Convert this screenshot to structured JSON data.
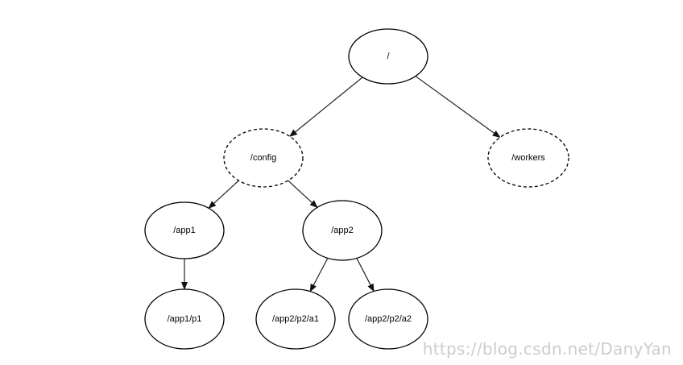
{
  "nodes": {
    "root": {
      "label": "/",
      "style": "solid"
    },
    "config": {
      "label": "/config",
      "style": "dashed"
    },
    "workers": {
      "label": "/workers",
      "style": "dashed"
    },
    "app1": {
      "label": "/app1",
      "style": "solid"
    },
    "app2": {
      "label": "/app2",
      "style": "solid"
    },
    "app1_p1": {
      "label": "/app1/p1",
      "style": "solid"
    },
    "app2_p2_a1": {
      "label": "/app2/p2/a1",
      "style": "solid"
    },
    "app2_p2_a2": {
      "label": "/app2/p2/a2",
      "style": "solid"
    }
  },
  "edges": [
    {
      "from": "root",
      "to": "config"
    },
    {
      "from": "root",
      "to": "workers"
    },
    {
      "from": "config",
      "to": "app1"
    },
    {
      "from": "config",
      "to": "app2"
    },
    {
      "from": "app1",
      "to": "app1_p1"
    },
    {
      "from": "app2",
      "to": "app2_p2_a1"
    },
    {
      "from": "app2",
      "to": "app2_p2_a2"
    }
  ],
  "watermark": "https://blog.csdn.net/DanyYan"
}
